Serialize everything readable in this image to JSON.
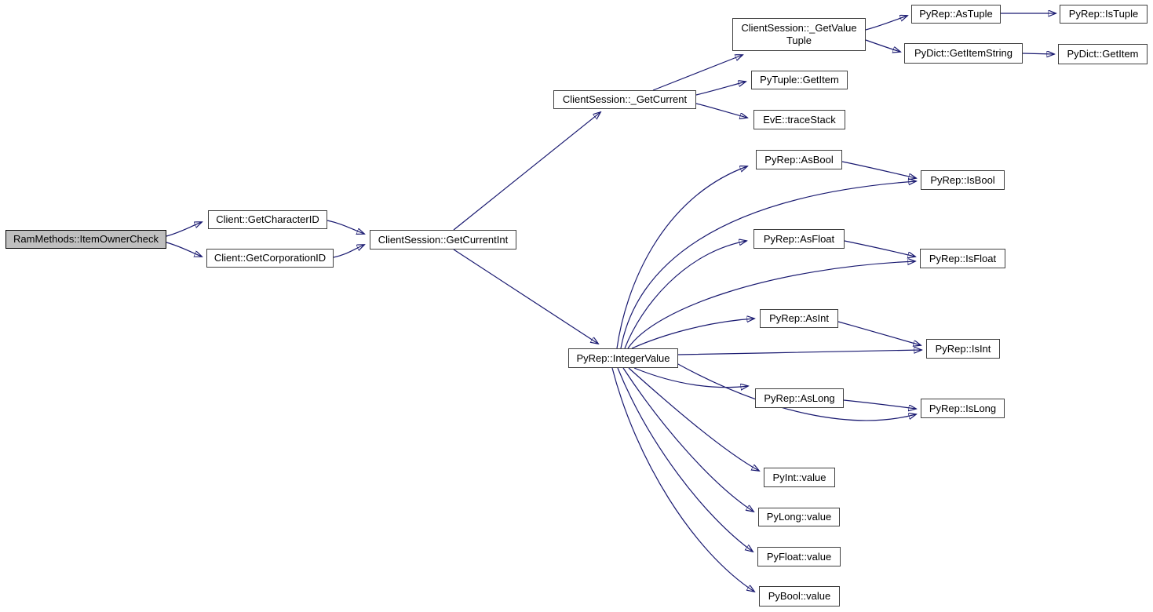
{
  "diagram": {
    "type": "call-graph",
    "nodes": [
      {
        "id": "rammethods-itemownercheck",
        "label": "RamMethods::ItemOwnerCheck",
        "highlighted": true
      },
      {
        "id": "client-getcharacterid",
        "label": "Client::GetCharacterID"
      },
      {
        "id": "client-getcorporationid",
        "label": "Client::GetCorporationID"
      },
      {
        "id": "clientsession-getcurrentint",
        "label": "ClientSession::GetCurrentInt"
      },
      {
        "id": "clientsession-getcurrent",
        "label": "ClientSession::_GetCurrent"
      },
      {
        "id": "clientsession-getvaluetuple",
        "label": "ClientSession::_GetValueTuple",
        "line1": "ClientSession::_GetValue",
        "line2": "Tuple"
      },
      {
        "id": "pyrep-astuple",
        "label": "PyRep::AsTuple"
      },
      {
        "id": "pyrep-istuple",
        "label": "PyRep::IsTuple"
      },
      {
        "id": "pydict-getitemstring",
        "label": "PyDict::GetItemString"
      },
      {
        "id": "pydict-getitem",
        "label": "PyDict::GetItem"
      },
      {
        "id": "pytuple-getitem",
        "label": "PyTuple::GetItem"
      },
      {
        "id": "eve-tracestack",
        "label": "EvE::traceStack"
      },
      {
        "id": "pyrep-integervalue",
        "label": "PyRep::IntegerValue"
      },
      {
        "id": "pyrep-asbool",
        "label": "PyRep::AsBool"
      },
      {
        "id": "pyrep-isbool",
        "label": "PyRep::IsBool"
      },
      {
        "id": "pyrep-asfloat",
        "label": "PyRep::AsFloat"
      },
      {
        "id": "pyrep-isfloat",
        "label": "PyRep::IsFloat"
      },
      {
        "id": "pyrep-asint",
        "label": "PyRep::AsInt"
      },
      {
        "id": "pyrep-isint",
        "label": "PyRep::IsInt"
      },
      {
        "id": "pyrep-aslong",
        "label": "PyRep::AsLong"
      },
      {
        "id": "pyrep-islong",
        "label": "PyRep::IsLong"
      },
      {
        "id": "pyint-value",
        "label": "PyInt::value"
      },
      {
        "id": "pylong-value",
        "label": "PyLong::value"
      },
      {
        "id": "pyfloat-value",
        "label": "PyFloat::value"
      },
      {
        "id": "pybool-value",
        "label": "PyBool::value"
      }
    ],
    "edges": [
      {
        "from": "rammethods-itemownercheck",
        "to": "client-getcharacterid"
      },
      {
        "from": "rammethods-itemownercheck",
        "to": "client-getcorporationid"
      },
      {
        "from": "client-getcharacterid",
        "to": "clientsession-getcurrentint"
      },
      {
        "from": "client-getcorporationid",
        "to": "clientsession-getcurrentint"
      },
      {
        "from": "clientsession-getcurrentint",
        "to": "clientsession-getcurrent"
      },
      {
        "from": "clientsession-getcurrentint",
        "to": "pyrep-integervalue"
      },
      {
        "from": "clientsession-getcurrent",
        "to": "clientsession-getvaluetuple"
      },
      {
        "from": "clientsession-getcurrent",
        "to": "pytuple-getitem"
      },
      {
        "from": "clientsession-getcurrent",
        "to": "eve-tracestack"
      },
      {
        "from": "clientsession-getvaluetuple",
        "to": "pyrep-astuple"
      },
      {
        "from": "clientsession-getvaluetuple",
        "to": "pydict-getitemstring"
      },
      {
        "from": "pyrep-astuple",
        "to": "pyrep-istuple"
      },
      {
        "from": "pydict-getitemstring",
        "to": "pydict-getitem"
      },
      {
        "from": "pyrep-integervalue",
        "to": "pyrep-asbool"
      },
      {
        "from": "pyrep-integervalue",
        "to": "pyrep-isbool"
      },
      {
        "from": "pyrep-integervalue",
        "to": "pyrep-asfloat"
      },
      {
        "from": "pyrep-integervalue",
        "to": "pyrep-isfloat"
      },
      {
        "from": "pyrep-integervalue",
        "to": "pyrep-asint"
      },
      {
        "from": "pyrep-integervalue",
        "to": "pyrep-isint"
      },
      {
        "from": "pyrep-integervalue",
        "to": "pyrep-aslong"
      },
      {
        "from": "pyrep-integervalue",
        "to": "pyrep-islong"
      },
      {
        "from": "pyrep-integervalue",
        "to": "pyint-value"
      },
      {
        "from": "pyrep-integervalue",
        "to": "pylong-value"
      },
      {
        "from": "pyrep-integervalue",
        "to": "pyfloat-value"
      },
      {
        "from": "pyrep-integervalue",
        "to": "pybool-value"
      },
      {
        "from": "pyrep-asbool",
        "to": "pyrep-isbool"
      },
      {
        "from": "pyrep-asfloat",
        "to": "pyrep-isfloat"
      },
      {
        "from": "pyrep-asint",
        "to": "pyrep-isint"
      },
      {
        "from": "pyrep-aslong",
        "to": "pyrep-islong"
      }
    ],
    "colors": {
      "edge": "#191970",
      "node_border": "#404040",
      "node_fill": "#ffffff",
      "highlight_fill": "#bfbfbf",
      "text": "#000000",
      "background": "#ffffff"
    }
  }
}
